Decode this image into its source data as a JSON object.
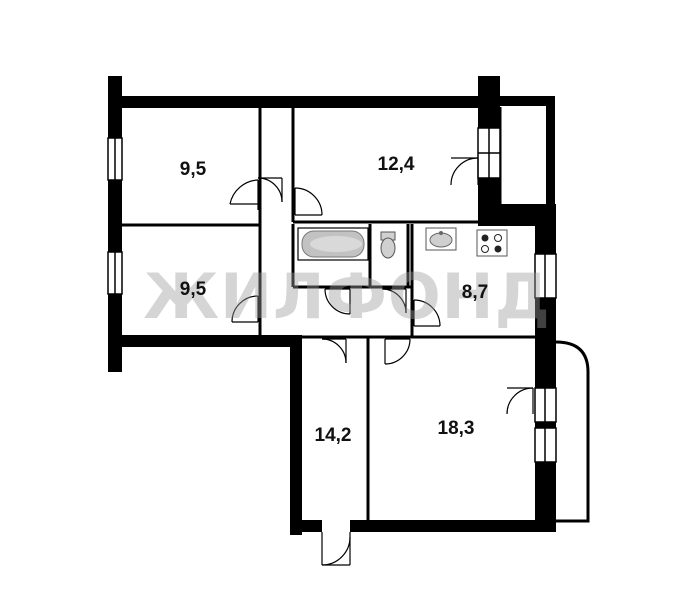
{
  "rooms": [
    {
      "id": "room-top-left",
      "area": "9,5"
    },
    {
      "id": "room-top-center",
      "area": "12,4"
    },
    {
      "id": "room-mid-left",
      "area": "9,5"
    },
    {
      "id": "kitchen",
      "area": "8,7"
    },
    {
      "id": "room-bottom-narrow",
      "area": "14,2"
    },
    {
      "id": "room-bottom-large",
      "area": "18,3"
    }
  ],
  "watermark": "ЖИЛФОНД",
  "colors": {
    "wall": "#000000",
    "background": "#ffffff",
    "fixture": "#b9b9b9",
    "watermark": "#9a9a9a"
  }
}
